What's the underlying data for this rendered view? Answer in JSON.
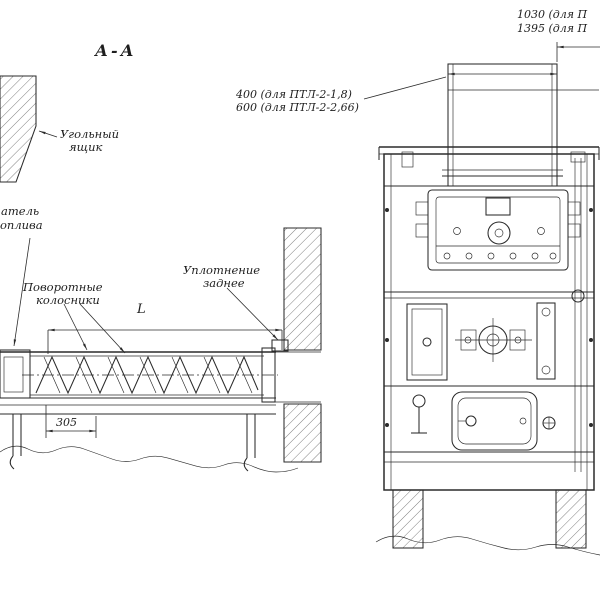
{
  "colors": {
    "ink": "#2b2b2b",
    "paper": "#ffffff"
  },
  "section_view": {
    "title": "А-А",
    "labels": {
      "coal_box": [
        "Угольный",
        "ящик"
      ],
      "fuel_feeder": [
        "атель",
        "оплива"
      ],
      "rotary_grates": [
        "Поворотные",
        "колосники"
      ],
      "rear_seal": [
        "Уплотнение",
        "заднее"
      ]
    },
    "dimensions": {
      "length": "L",
      "d305": "305"
    }
  },
  "front_view": {
    "dimensions": {
      "duct_width": [
        "400 (для ПТЛ-2-1,8)",
        "600 (для ПТЛ-2-2,66)"
      ],
      "width_overall": [
        "1030 (для П",
        "1395 (для П"
      ]
    }
  }
}
